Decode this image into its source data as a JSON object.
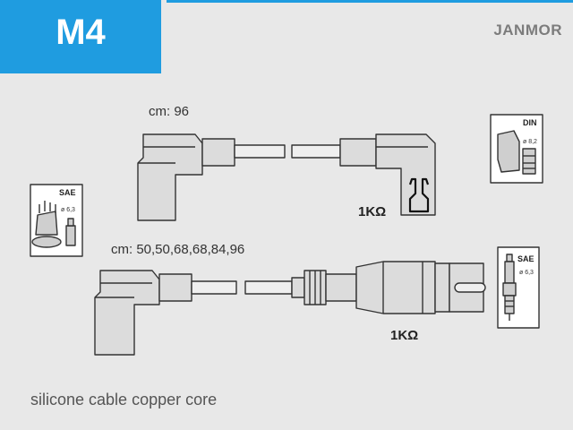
{
  "header": {
    "model_code": "M4",
    "brand": "JANMOR"
  },
  "leads": {
    "single": {
      "length_label": "cm: 96",
      "resistance": "1KΩ"
    },
    "set": {
      "length_label": "cm: 50,50,68,68,84,96",
      "resistance": "1KΩ"
    }
  },
  "connectors": {
    "distributor_standard": "SAE",
    "distributor_diameter": "ø 6,3",
    "coil_standard": "DIN",
    "coil_diameter": "ø 8,2",
    "plug_standard": "SAE",
    "plug_diameter": "ø 6,3"
  },
  "footer": {
    "description": "silicone cable copper core"
  },
  "colors": {
    "accent": "#1f9ce0",
    "background": "#e8e8e8",
    "line": "#333333",
    "fill": "#dcdcdc"
  }
}
